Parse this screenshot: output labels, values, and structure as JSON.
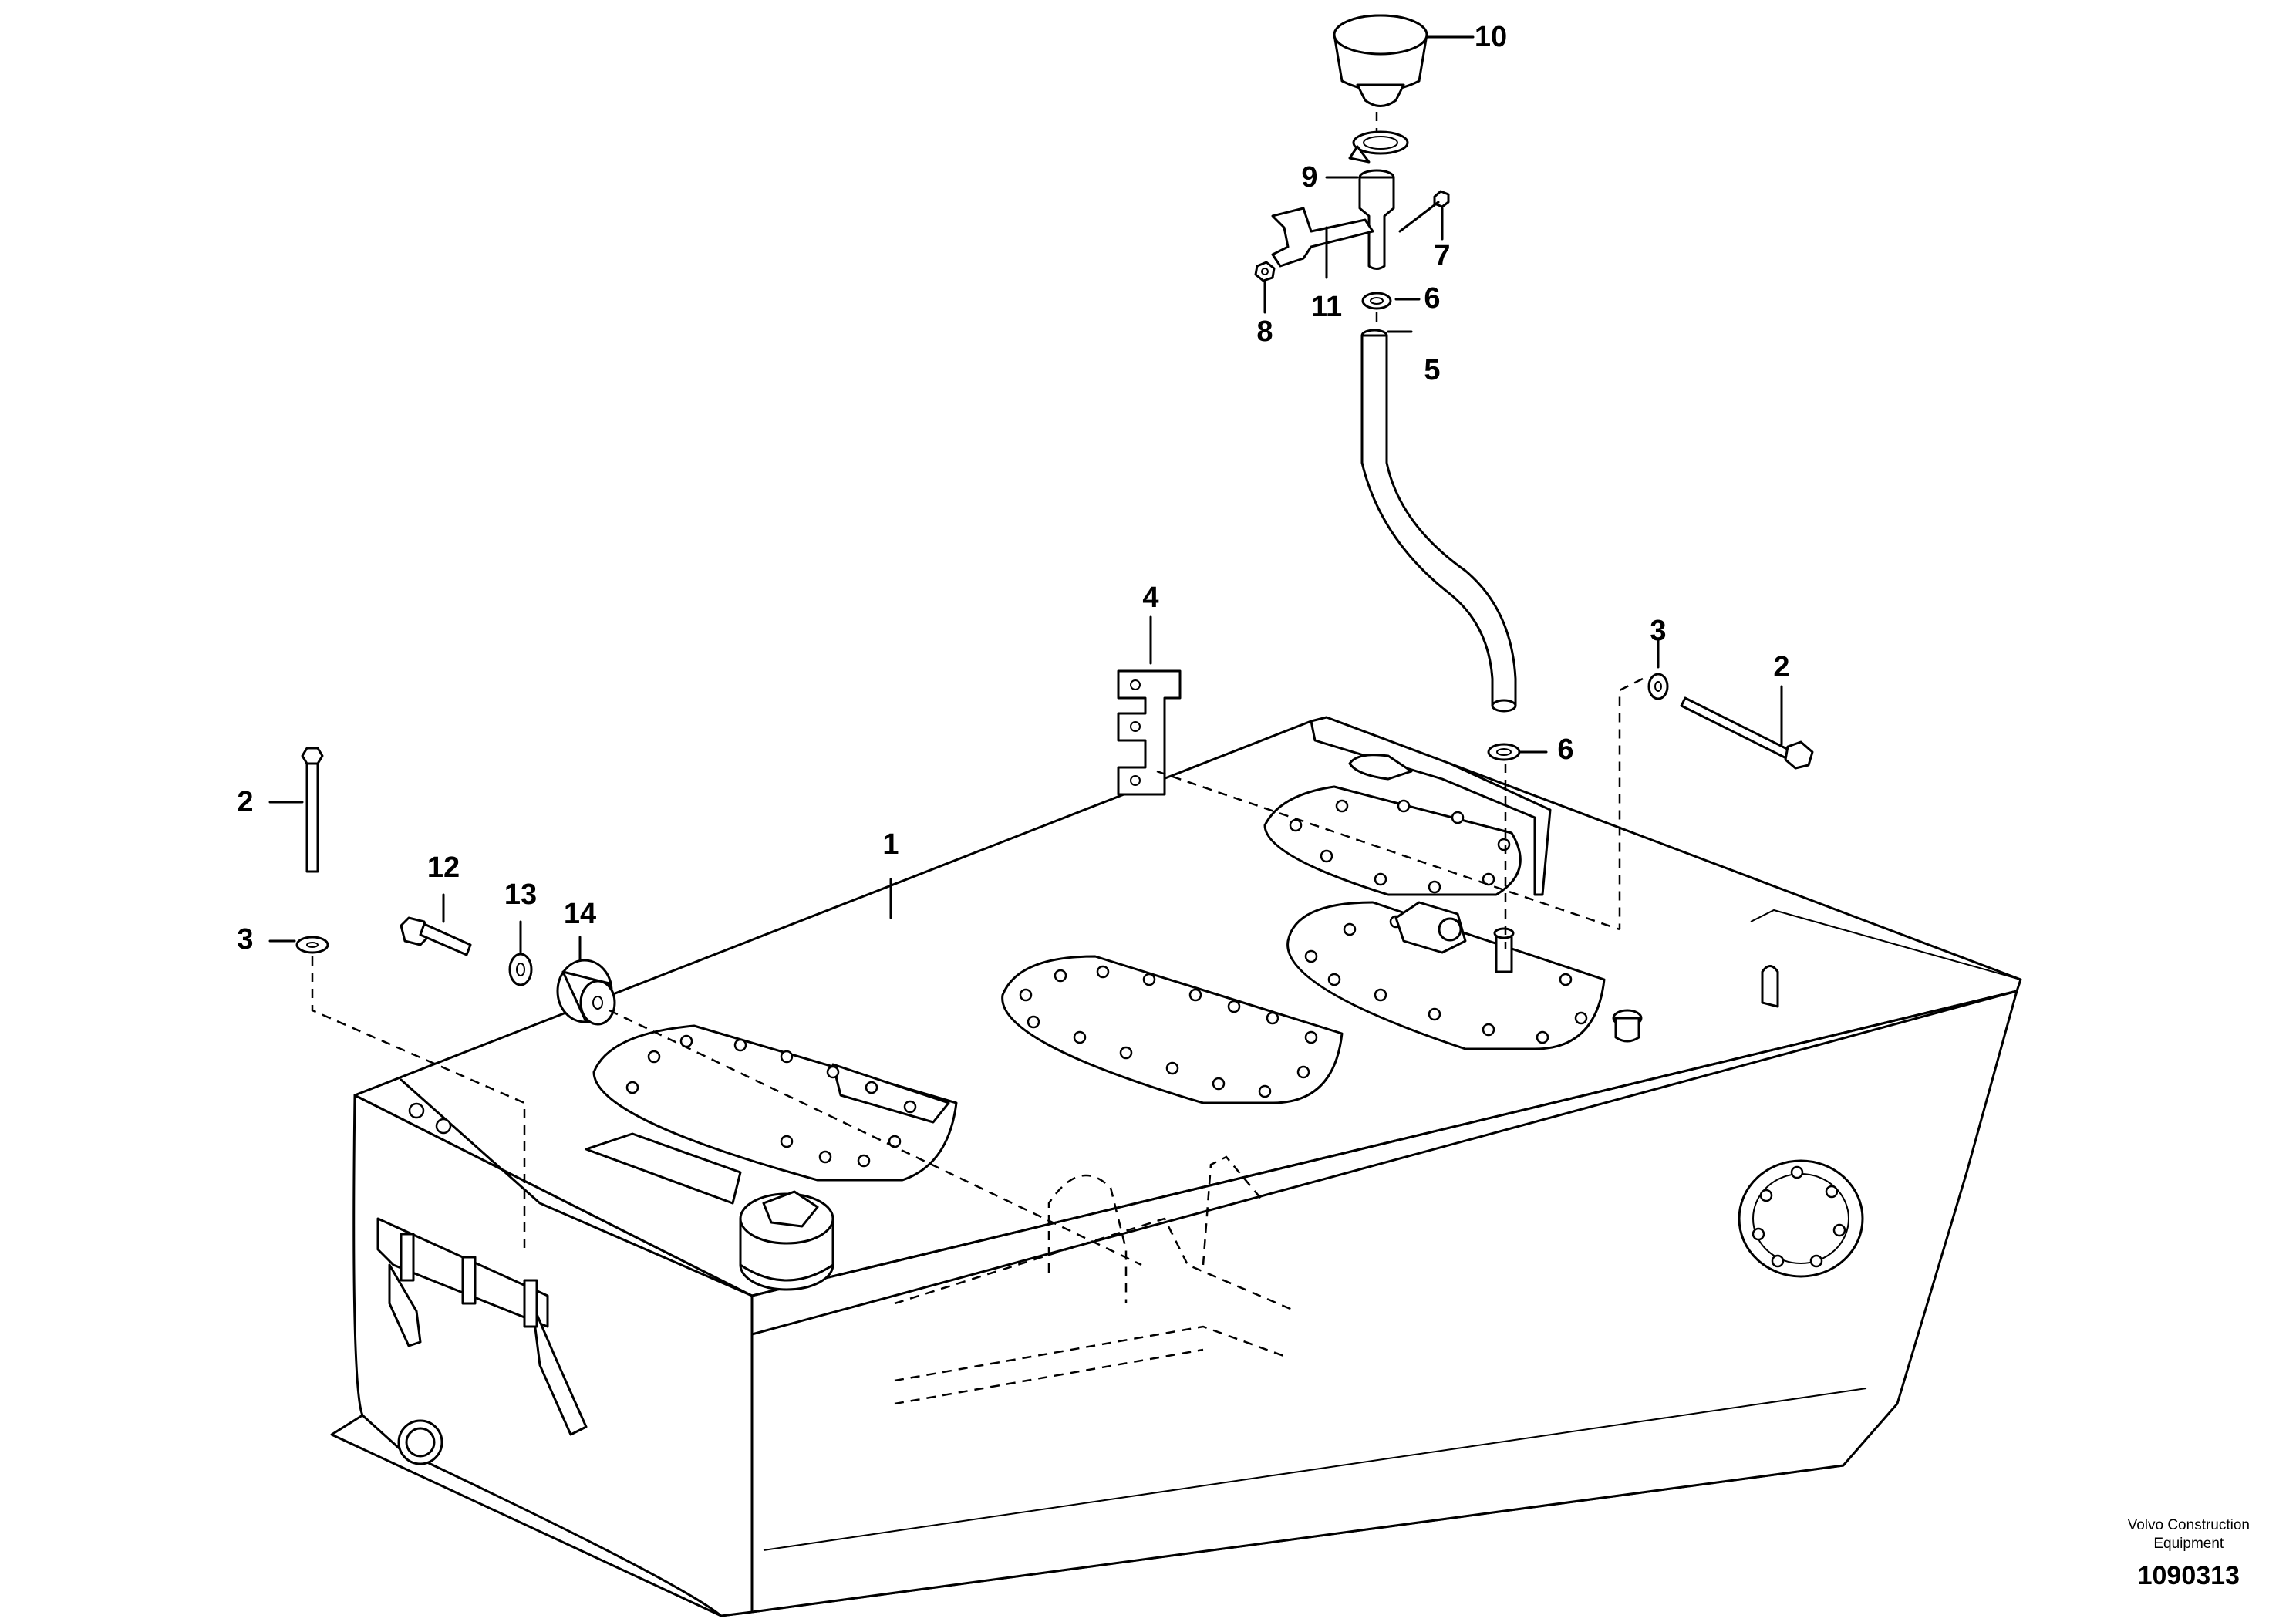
{
  "callouts": {
    "c10": "10",
    "c9": "9",
    "c7": "7",
    "c6a": "6",
    "c8": "8",
    "c11": "11",
    "c5": "5",
    "c4": "4",
    "c3a": "3",
    "c2a": "2",
    "c6b": "6",
    "c2b": "2",
    "c1": "1",
    "c12": "12",
    "c13": "13",
    "c14": "14",
    "c3b": "3"
  },
  "footer": {
    "brand_line1": "Volvo Construction",
    "brand_line2": "Equipment",
    "drawing_number": "1090313"
  }
}
